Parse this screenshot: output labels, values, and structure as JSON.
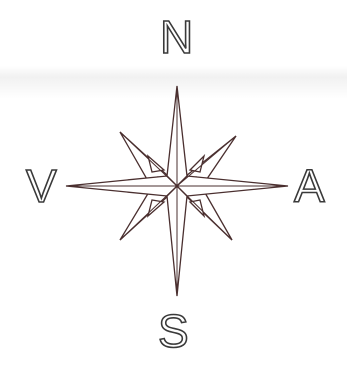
{
  "compass": {
    "labels": {
      "north": "N",
      "south": "S",
      "west": "V",
      "east": "A"
    },
    "colors": {
      "outline": "#4a2f2f",
      "fill": "#ffffff",
      "letter_stroke": "#3a3a3a"
    }
  }
}
